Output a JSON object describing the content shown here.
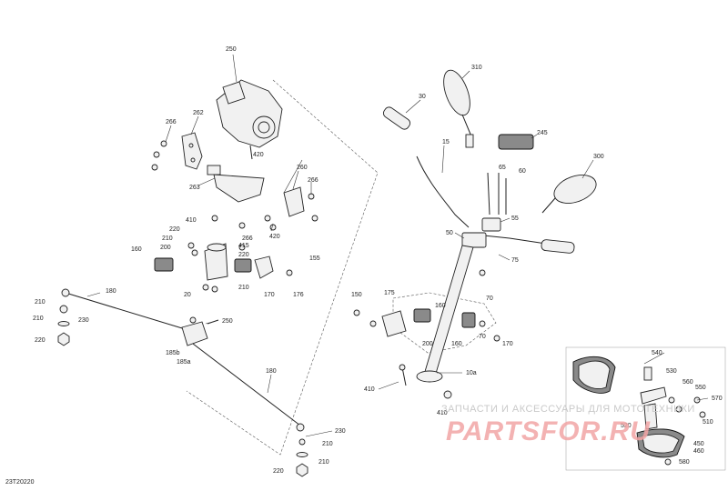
{
  "diagram": {
    "doc_code": "23T20220",
    "watermark_text": "ЗАПЧАСТИ И АКСЕССУАРЫ ДЛЯ МОТОТЕХНИКИ",
    "watermark_logo": "PARTSFOR.RU",
    "callouts": [
      "250",
      "266",
      "262",
      "263",
      "260",
      "266",
      "420",
      "410",
      "220",
      "210",
      "200",
      "415",
      "220",
      "266",
      "420",
      "160",
      "155",
      "170",
      "176",
      "210",
      "20",
      "180",
      "210",
      "230",
      "210",
      "220",
      "250",
      "185b",
      "185a",
      "180",
      "230",
      "210",
      "210",
      "220",
      "30",
      "310",
      "15",
      "245",
      "65",
      "60",
      "300",
      "55",
      "50",
      "75",
      "70",
      "150",
      "175",
      "160",
      "200",
      "160",
      "70",
      "170",
      "410",
      "10a",
      "410",
      "540",
      "530",
      "560",
      "550",
      "570",
      "510",
      "520",
      "450",
      "460",
      "580"
    ]
  }
}
